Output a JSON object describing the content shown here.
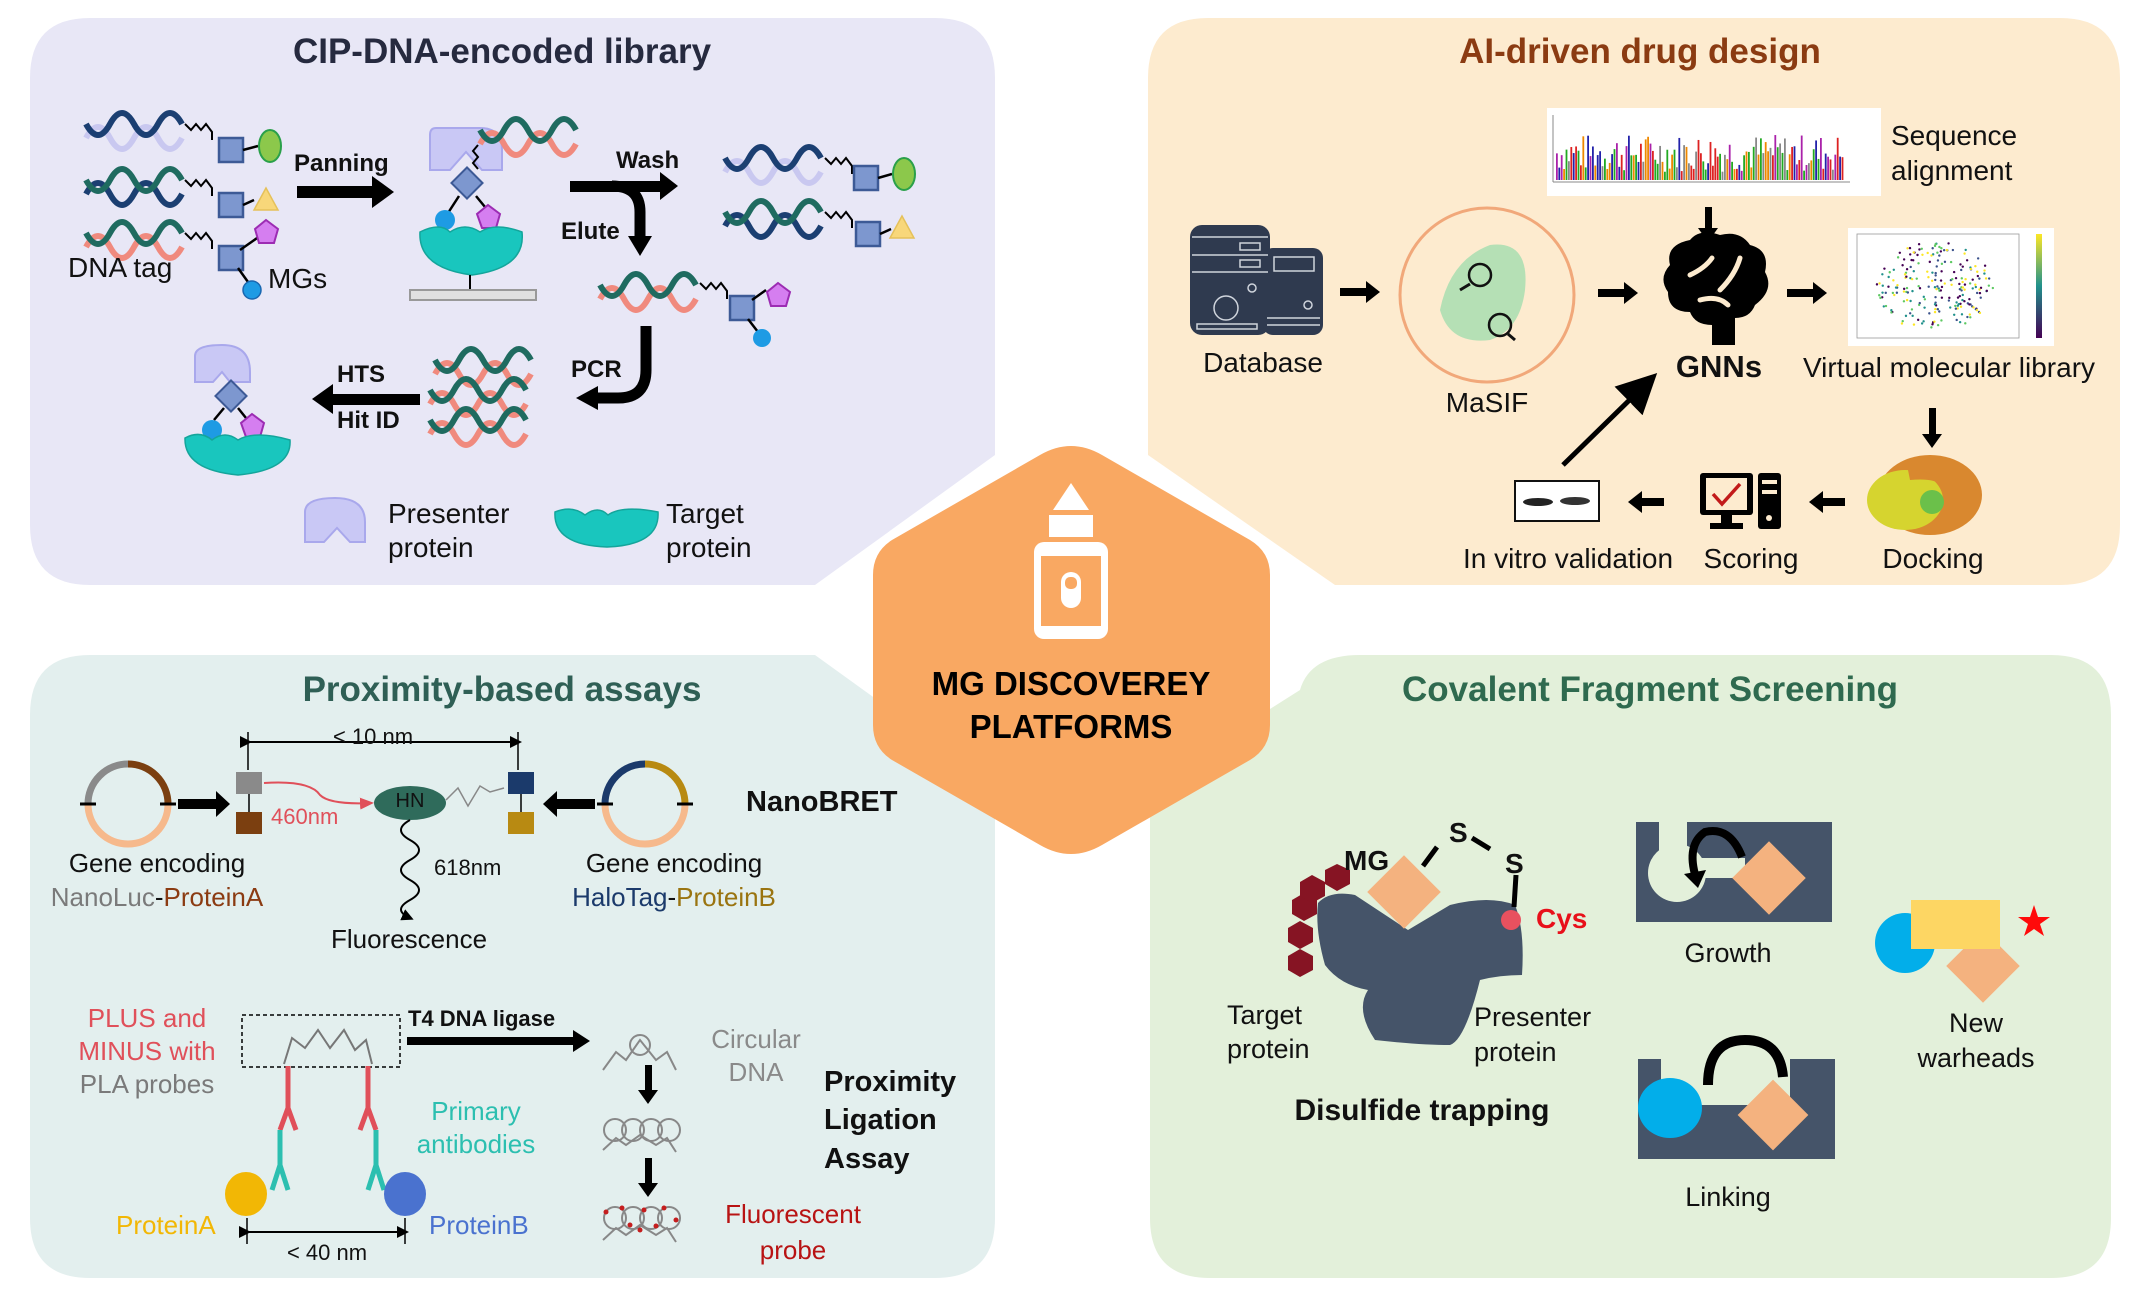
{
  "center": {
    "title_line1": "MG DISCOVEREY",
    "title_line2": "PLATFORMS",
    "icon": "medicine-bottle-icon"
  },
  "colors": {
    "purple_panel": "#e8e7f6",
    "orange_panel": "#fdebcf",
    "teal_panel": "#e3efee",
    "green_panel": "#e3f0da",
    "hexagon": "#f9a862",
    "dna_title": "#262a3f",
    "ai_title": "#8b3b12",
    "prox_title": "#2f5f55",
    "cov_title": "#2f6a4f"
  },
  "panels": {
    "dna_library": {
      "title": "CIP-DNA-encoded library",
      "labels": {
        "dna_tag": "DNA tag",
        "mgs": "MGs",
        "panning": "Panning",
        "wash": "Wash",
        "elute": "Elute",
        "pcr": "PCR",
        "hts": "HTS",
        "hit_id": "Hit ID"
      },
      "legend": [
        {
          "line1": "Presenter",
          "line2": "protein",
          "icon": "presenter-protein-icon"
        },
        {
          "line1": "Target",
          "line2": "protein",
          "icon": "target-protein-icon"
        }
      ]
    },
    "ai_design": {
      "title": "AI-driven drug design",
      "nodes": {
        "database": "Database",
        "masif": "MaSIF",
        "seq_align_line1": "Sequence",
        "seq_align_line2": "alignment",
        "gnns": "GNNs",
        "virtual_library": "Virtual molecular library",
        "docking": "Docking",
        "scoring": "Scoring",
        "in_vitro": "In vitro validation"
      }
    },
    "proximity": {
      "title": "Proximity-based assays",
      "nanobret": {
        "name": "NanoBRET",
        "distance": "< 10 nm",
        "wavelength_donor": "460nm",
        "wavelength_emit": "618nm",
        "hn": "HN",
        "fluorescence": "Fluorescence",
        "left_gene_line1": "Gene encoding",
        "left_gene_a": "NanoLuc",
        "left_gene_dash": "-",
        "left_gene_b": "ProteinA",
        "right_gene_line1": "Gene encoding",
        "right_gene_a": "HaloTag",
        "right_gene_dash": "-",
        "right_gene_b": "ProteinB"
      },
      "pla": {
        "name_line1": "Proximity",
        "name_line2": "Ligation",
        "name_line3": "Assay",
        "probes_line1": "PLUS and",
        "probes_line2": "MINUS with",
        "probes_line3": "PLA probes",
        "ligase": "T4 DNA ligase",
        "circular_line1": "Circular",
        "circular_line2": "DNA",
        "primary_line1": "Primary",
        "primary_line2": "antibodies",
        "protein_a": "ProteinA",
        "protein_b": "ProteinB",
        "distance": "< 40 nm",
        "fluor_line1": "Fluorescent",
        "fluor_line2": "probe"
      }
    },
    "covalent": {
      "title": "Covalent Fragment Screening",
      "disulfide": {
        "mg": "MG",
        "s1": "S",
        "s2": "S",
        "cys": "Cys",
        "target_line1": "Target",
        "target_line2": "protein",
        "presenter_line1": "Presenter",
        "presenter_line2": "protein",
        "caption": "Disulfide trapping"
      },
      "growth": "Growth",
      "linking": "Linking",
      "warheads_line1": "New",
      "warheads_line2": "warheads"
    }
  }
}
